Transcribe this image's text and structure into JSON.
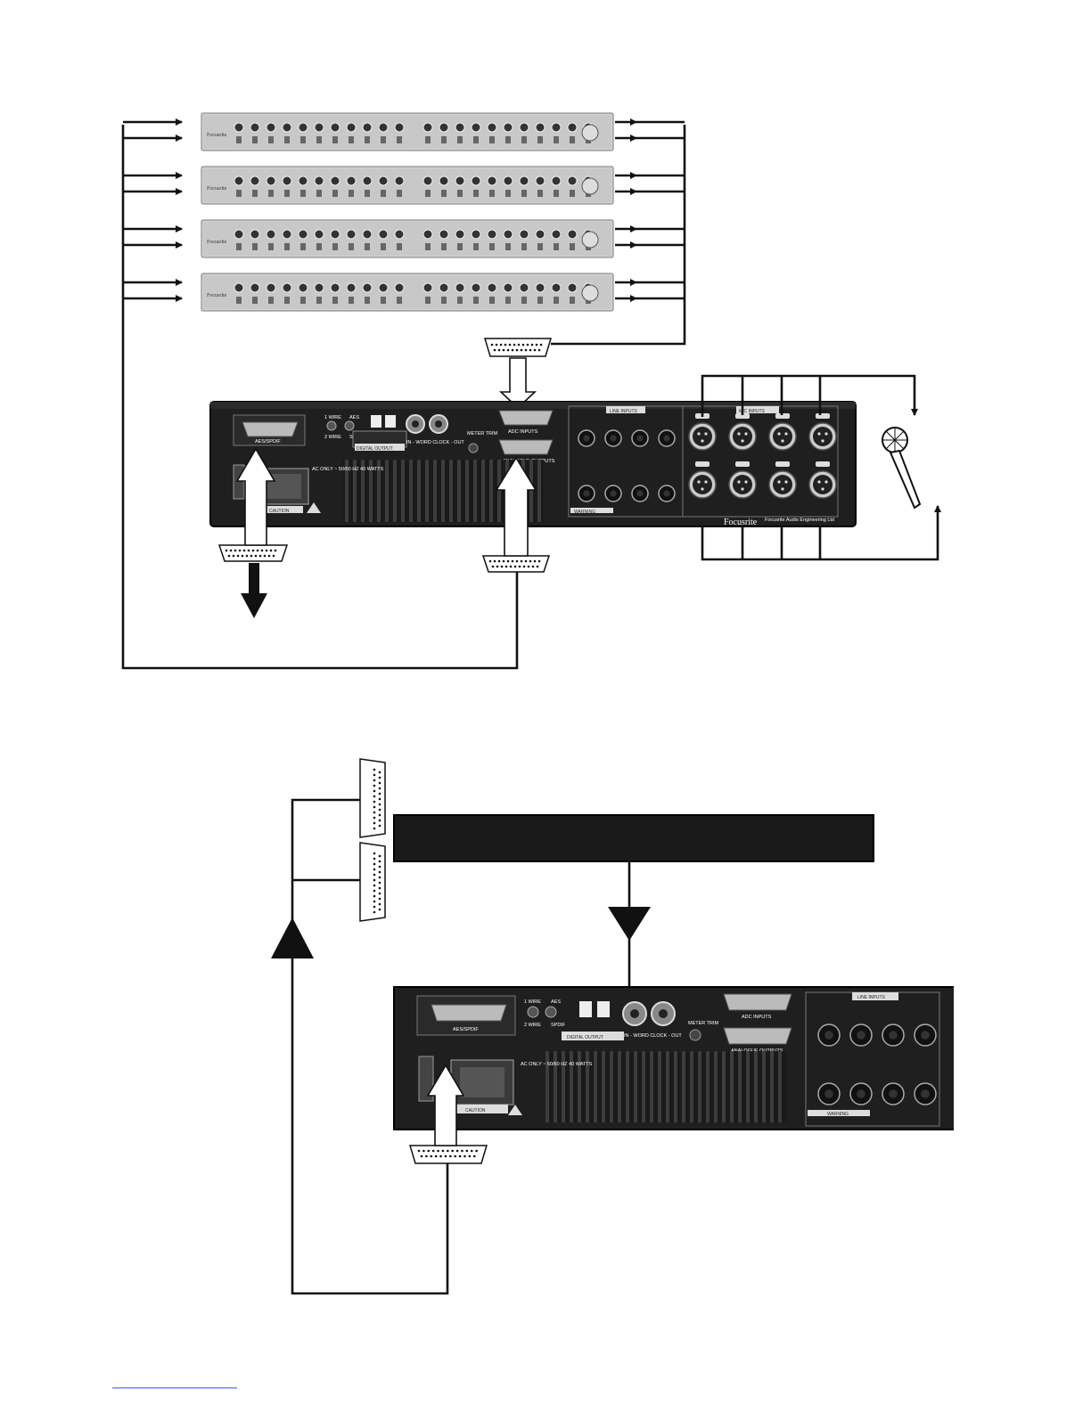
{
  "diagram": {
    "upper": {
      "preamp_count": 4,
      "preamp_brand": "Focusrite",
      "back_panel": {
        "brand": "Focusrite",
        "labels": {
          "aes_spdif": "AES/SPDIF",
          "digital_output": "DIGITAL OUTPUT",
          "word_clock": "IN - WORD CLOCK - OUT",
          "meter_trim": "METER TRIM",
          "adc_inputs": "ADC INPUTS",
          "analogue_outputs": "ANALOGUE OUTPUTS",
          "line_inputs": "LINE INPUTS",
          "mic_inputs": "MIC INPUTS",
          "caution": "CAUTION",
          "warning": "WARNING",
          "ac_only": "AC ONLY ~ 50/60 HZ 40 WATTS",
          "wire_1": "1 WIRE",
          "wire_2": "2 WIRE",
          "aes": "AES",
          "spdif": "SPDIF",
          "company": "Focusrite Audio Engineering Ltd"
        }
      }
    },
    "lower": {
      "back_panel": {
        "labels": {
          "aes_spdif": "AES/SPDIF",
          "digital_output": "DIGITAL OUTPUT",
          "word_clock": "IN - WORD CLOCK - OUT",
          "meter_trim": "METER TRIM",
          "adc_inputs": "ADC INPUTS",
          "analogue_outputs": "ANALOGUE OUTPUTS",
          "line_inputs": "LINE INPUTS",
          "caution": "CAUTION",
          "warning": "WARNING",
          "ac_only": "AC ONLY ~ 50/60 HZ 40 WATTS",
          "wire_1": "1 WIRE",
          "wire_2": "2 WIRE",
          "aes": "AES",
          "spdif": "SPDIF"
        }
      }
    }
  }
}
